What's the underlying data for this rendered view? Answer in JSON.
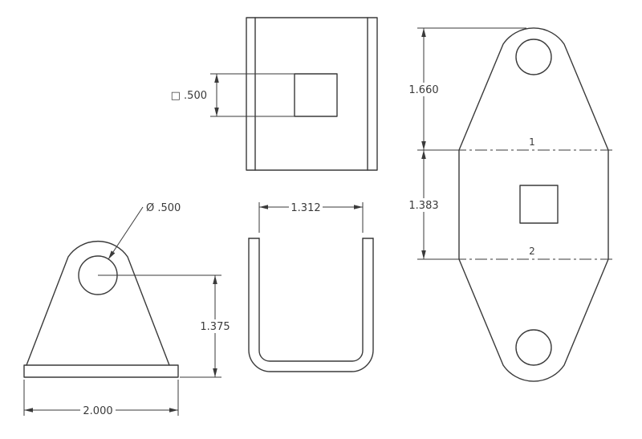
{
  "drawing": {
    "colors": {
      "line": "#3a3a3a",
      "background": "#ffffff"
    },
    "views": {
      "front": {
        "square_dim": "□ .500"
      },
      "side": {
        "hole_dim": "Ø .500",
        "dim_height": "1.375",
        "dim_width": "2.000"
      },
      "bottom": {
        "dim_width": "1.312"
      },
      "flat": {
        "dim_upper": "1.660",
        "dim_lower": "1.383",
        "bend1": "1",
        "bend2": "2"
      }
    }
  }
}
